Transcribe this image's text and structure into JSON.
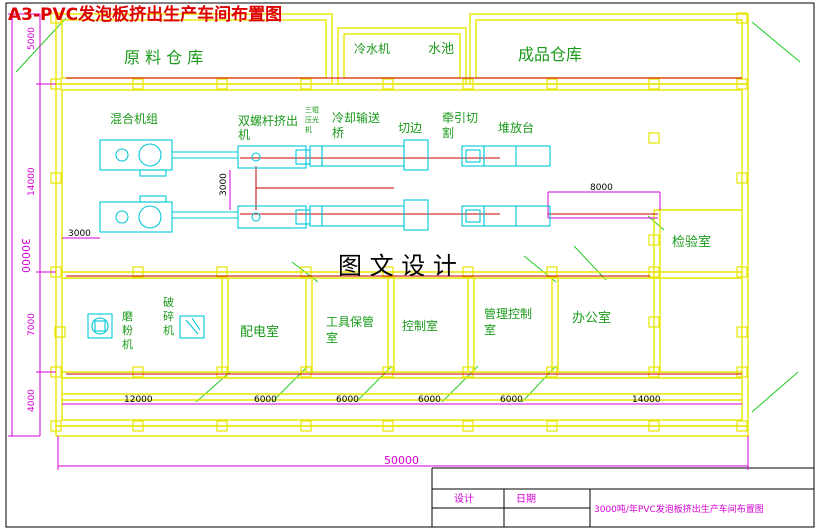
{
  "colors": {
    "wall": "#e6e600",
    "magenta": "#d400d4",
    "cyan": "#00c8d8",
    "red": "#cc0000",
    "green": "#22cc22",
    "title": "#dd0000",
    "text": "#1a9a1a",
    "dark": "#000000"
  },
  "drawing": {
    "title": "A3-PVC发泡板挤出生产车间布置图",
    "watermark": "图 文 设 计"
  },
  "rooms": {
    "raw_storage": "原 料 仓 库",
    "chiller": "冷水机",
    "pool": "水池",
    "product_storage": "成品仓库",
    "inspection": "检验室",
    "power_room": "配电室",
    "tool_room_1": "工具保管",
    "tool_room_2": "室",
    "control_room": "控制室",
    "mgmt_room_1": "管理控制",
    "mgmt_room_2": "室",
    "office": "办公室"
  },
  "equipment": {
    "mixer": "混合机组",
    "extruder_1": "双螺杆挤出",
    "extruder_2": "机",
    "calender_1": "三辊",
    "calender_2": "压光",
    "calender_3": "机",
    "cooling_1": "冷却输送",
    "cooling_2": "桥",
    "edge_cut": "切边",
    "haul_1": "牵引切",
    "haul_2": "割",
    "stacker": "堆放台",
    "mill_1": "磨",
    "mill_2": "粉",
    "mill_3": "机",
    "crusher_1": "破",
    "crusher_2": "碎",
    "crusher_3": "机"
  },
  "dimensions": {
    "total_width": "50000",
    "total_height": "30000",
    "left_top": "5000",
    "left_mid": "14000",
    "left_low": "7000",
    "left_bottom": "4000",
    "span_3000_h": "3000",
    "span_3000_v": "3000",
    "span_8000": "8000",
    "seg_12000": "12000",
    "seg_6000_a": "6000",
    "seg_6000_b": "6000",
    "seg_6000_c": "6000",
    "seg_6000_d": "6000",
    "seg_14000": "14000"
  },
  "title_block": {
    "design_label": "设计",
    "date_label": "日期",
    "drawing_name": "3000吨/年PVC发泡板挤出生产车间布置图"
  }
}
